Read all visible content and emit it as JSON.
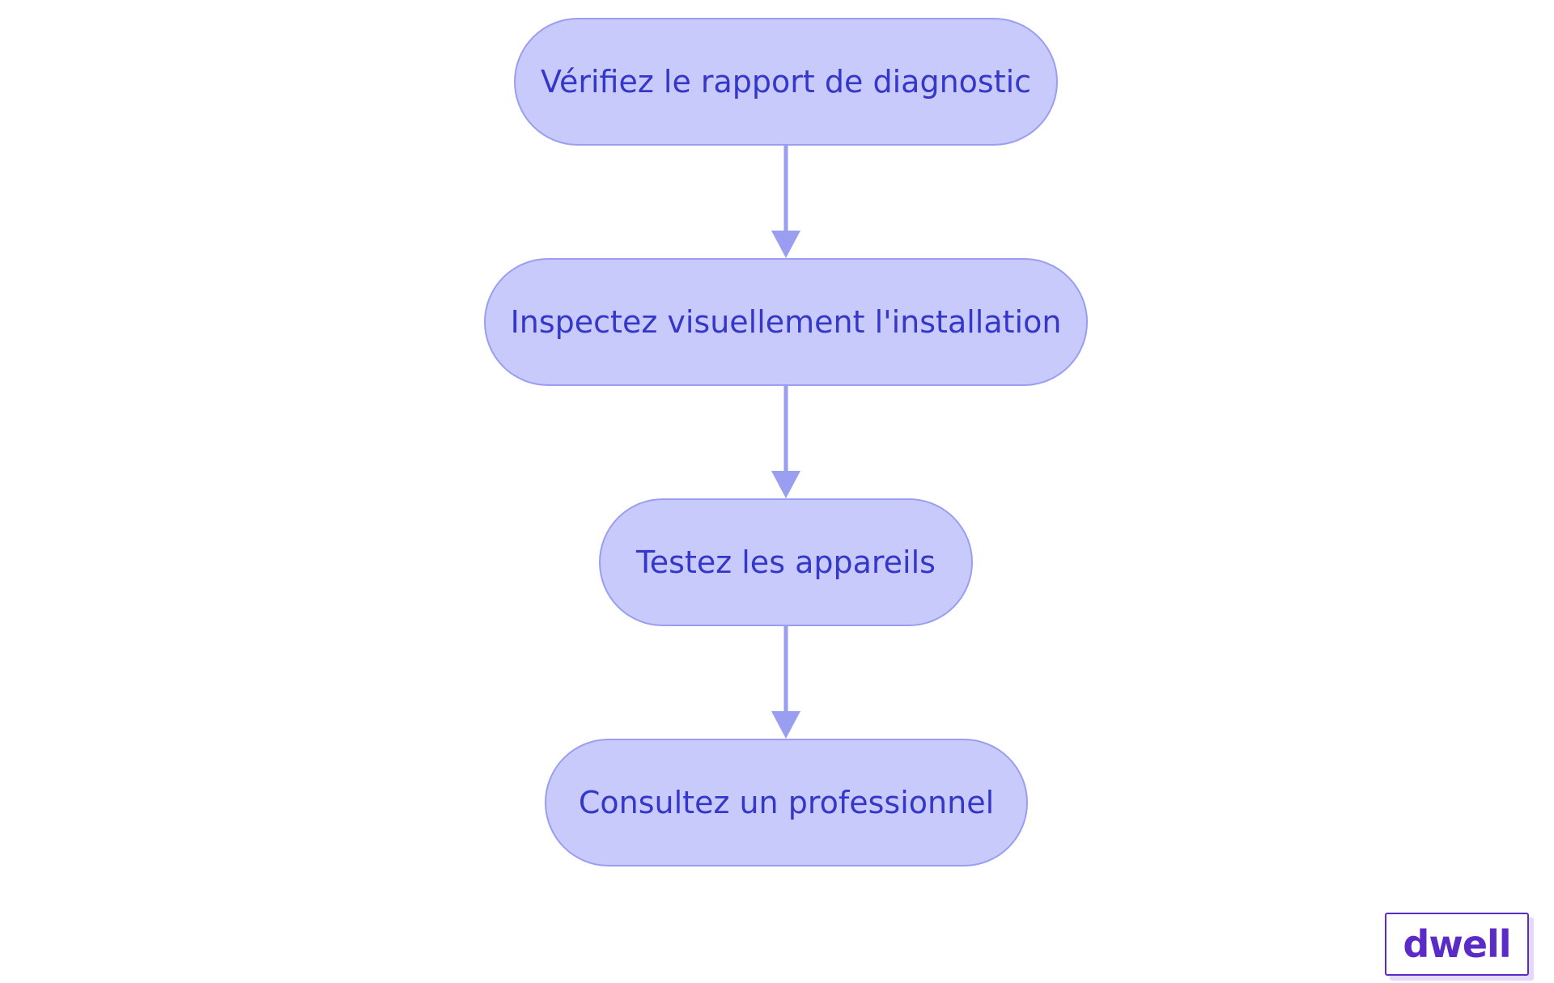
{
  "diagram": {
    "nodes": [
      {
        "id": "n1",
        "label": "Vérifiez le rapport de diagnostic"
      },
      {
        "id": "n2",
        "label": "Inspectez visuellement l'installation"
      },
      {
        "id": "n3",
        "label": "Testez les appareils"
      },
      {
        "id": "n4",
        "label": "Consultez un professionnel"
      }
    ],
    "edges": [
      {
        "from": "n1",
        "to": "n2"
      },
      {
        "from": "n2",
        "to": "n3"
      },
      {
        "from": "n3",
        "to": "n4"
      }
    ]
  },
  "logo": {
    "text": "dwell"
  },
  "colors": {
    "node_fill": "#c8cafc",
    "node_border": "#999ef0",
    "node_text": "#3437c8",
    "arrow": "#999ef0",
    "logo": "#5b2bc7"
  }
}
